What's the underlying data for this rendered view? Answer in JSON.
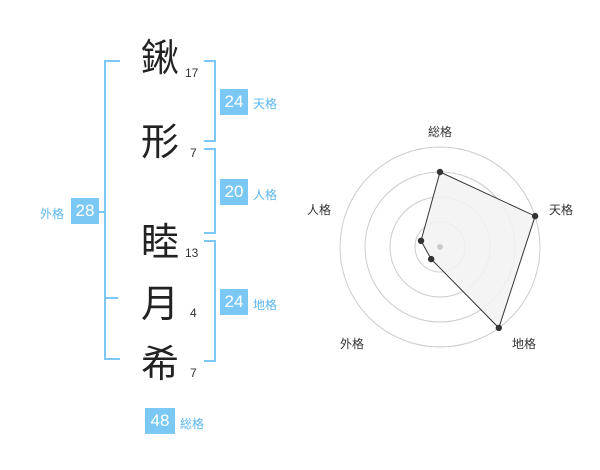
{
  "name": {
    "chars": [
      {
        "char": "鍬",
        "strokes": "17"
      },
      {
        "char": "形",
        "strokes": "7"
      },
      {
        "char": "睦",
        "strokes": "13"
      },
      {
        "char": "月",
        "strokes": "4"
      },
      {
        "char": "希",
        "strokes": "7"
      }
    ]
  },
  "fortune": {
    "tenkaku": {
      "value": "24",
      "label": "天格"
    },
    "jinkaku": {
      "value": "20",
      "label": "人格"
    },
    "chikaku": {
      "value": "24",
      "label": "地格"
    },
    "gaikaku": {
      "value": "28",
      "label": "外格"
    },
    "soukaku": {
      "value": "48",
      "label": "総格"
    }
  },
  "chart_data": {
    "type": "radar",
    "axes": [
      "総格",
      "天格",
      "地格",
      "外格",
      "人格"
    ],
    "values": [
      0.75,
      1.0,
      1.0,
      0.15,
      0.2
    ],
    "rings": 4,
    "colors": {
      "fill": "#f2f2f2",
      "line": "#333333",
      "grid": "#cccccc",
      "accent": "#7cc8f5"
    }
  }
}
